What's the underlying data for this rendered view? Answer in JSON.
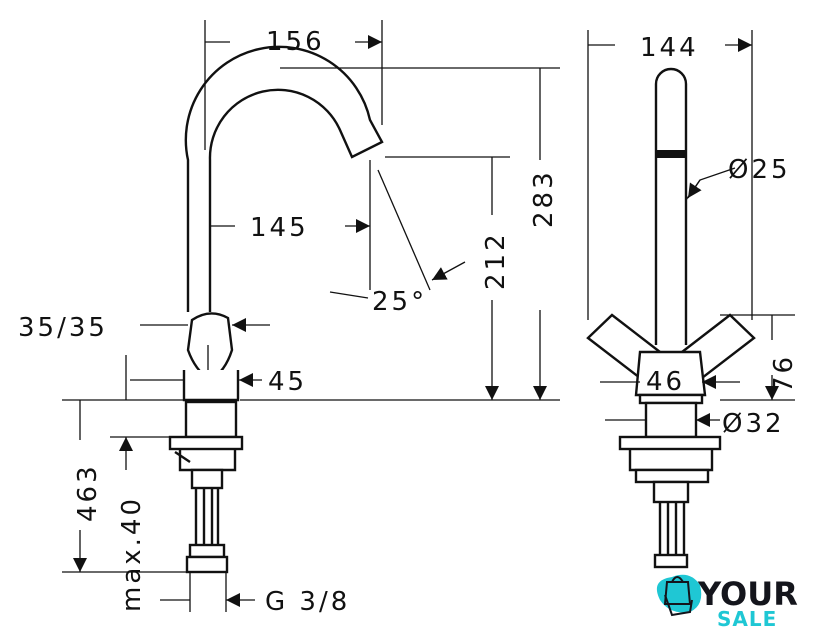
{
  "drawing": {
    "side_view": {
      "dimensions": {
        "spout_reach": "156",
        "spout_inner_reach": "145",
        "total_height": "283",
        "spout_height": "212",
        "spout_angle": "25°",
        "handle_size": "35/35",
        "body_width": "45",
        "max_deck": "463",
        "max_thickness": "max.40",
        "connection": "G 3/8"
      }
    },
    "front_view": {
      "dimensions": {
        "width": "144",
        "spout_diameter": "Ø25",
        "handle_height": "76",
        "body_width": "46",
        "shank_diameter": "Ø32"
      }
    }
  },
  "logo": {
    "line1": "YOUR",
    "line2": "SALE",
    "accent": "#1fc7d4"
  }
}
